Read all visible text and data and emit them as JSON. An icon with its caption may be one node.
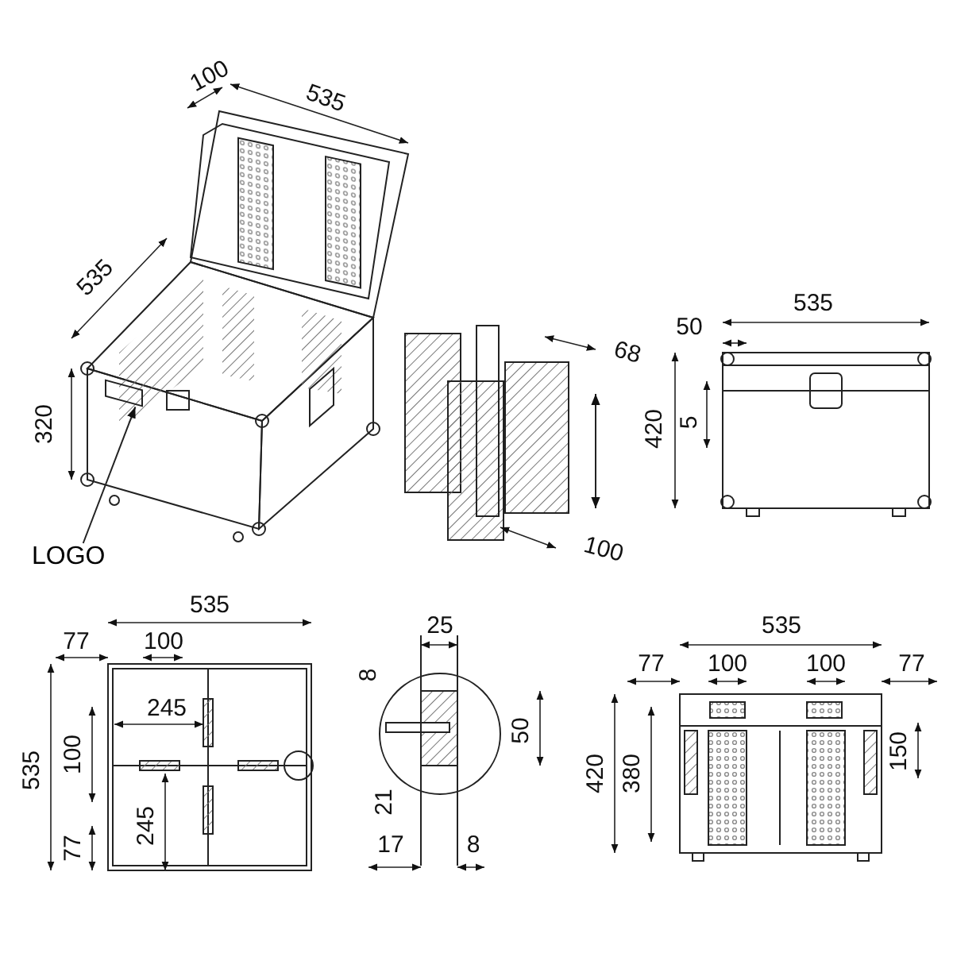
{
  "diagram": {
    "nodes": [
      {
        "text": [
          "LOGO"
        ]
      },
      {
        "text": [],
        "shape": "box"
      }
    ],
    "edges": [
      {
        "from": 0,
        "to": 1,
        "arrow": "to"
      }
    ],
    "labels": [
      "100",
      "535",
      "535",
      "320",
      "68",
      "100",
      "535",
      "50",
      "420",
      "5",
      "535",
      "77",
      "100",
      "245",
      "535",
      "100",
      "245",
      "77",
      "25",
      "8",
      "50",
      "21",
      "17",
      "8",
      "535",
      "77",
      "100",
      "100",
      "77",
      "420",
      "380",
      "150"
    ]
  }
}
